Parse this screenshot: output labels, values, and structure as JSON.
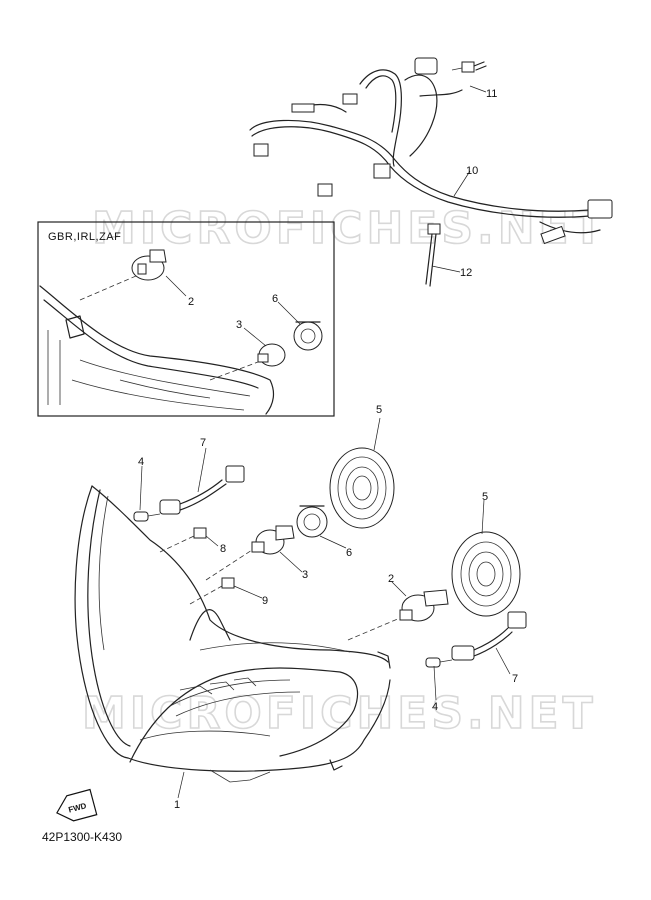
{
  "watermark": "MICROFICHES.NET",
  "inset": {
    "region_label": "GBR,IRL,ZAF"
  },
  "callouts": {
    "c1": "1",
    "c2_inset": "2",
    "c2": "2",
    "c3_inset": "3",
    "c3": "3",
    "c4": "4",
    "c4b": "4",
    "c5": "5",
    "c5b": "5",
    "c6_inset": "6",
    "c6": "6",
    "c7": "7",
    "c7b": "7",
    "c8": "8",
    "c9": "9",
    "c10": "10",
    "c11": "11",
    "c12": "12"
  },
  "forward_badge": "FWD",
  "diagram_code": "42P1300-K430"
}
